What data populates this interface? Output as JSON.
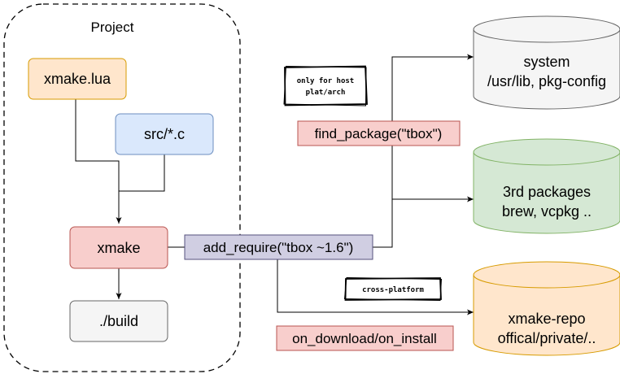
{
  "project_group": {
    "label": "Project"
  },
  "nodes": {
    "xmake_lua": {
      "label": "xmake.lua",
      "fill": "#ffe6cc",
      "stroke": "#d79b00"
    },
    "src_c": {
      "label": "src/*.c",
      "fill": "#dae8fc",
      "stroke": "#6c8ebf"
    },
    "xmake": {
      "label": "xmake",
      "fill": "#f8cecc",
      "stroke": "#b85450"
    },
    "build": {
      "label": "./build",
      "fill": "#f5f5f5",
      "stroke": "#666666"
    }
  },
  "repos": {
    "system": {
      "line1": "system",
      "line2": "/usr/lib, pkg-config",
      "fill": "#f5f5f5",
      "stroke": "#666666"
    },
    "third_party": {
      "line1": "3rd packages",
      "line2": "brew, vcpkg ..",
      "fill": "#d5e8d4",
      "stroke": "#82b366"
    },
    "xmake_repo": {
      "line1": "xmake-repo",
      "line2": "offical/private/..",
      "fill": "#ffe6cc",
      "stroke": "#d79b00"
    }
  },
  "api_labels": {
    "add_require": {
      "label": "add_require(\"tbox ~1.6\")",
      "fill": "#d0cee2",
      "stroke": "#56517e"
    },
    "find_package": {
      "label": "find_package(\"tbox\")",
      "fill": "#f8cecc",
      "stroke": "#b85450"
    },
    "on_download": {
      "label": "on_download/on_install",
      "fill": "#f8cecc",
      "stroke": "#b85450"
    }
  },
  "notes": {
    "host_only": {
      "line1": "only for host",
      "line2": "plat/arch"
    },
    "cross_platform": {
      "label": "cross-platform"
    }
  }
}
